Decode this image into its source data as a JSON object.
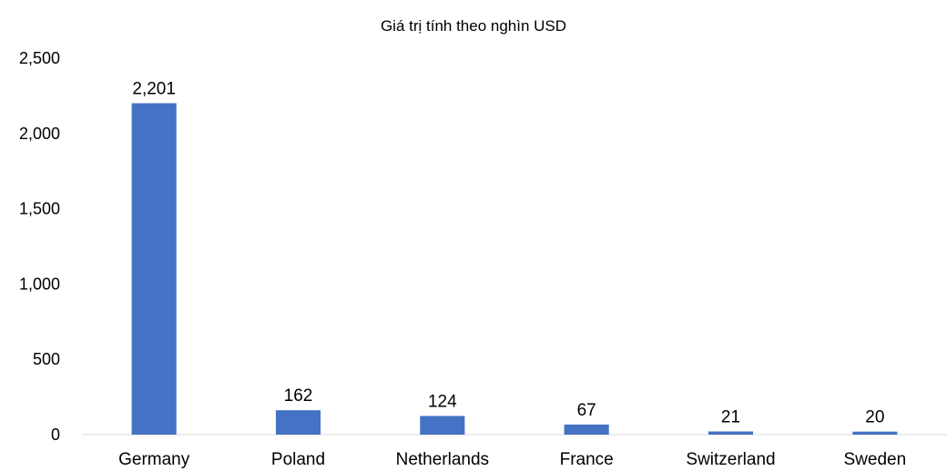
{
  "chart_data": {
    "type": "bar",
    "title": "Giá trị tính theo nghìn USD",
    "xlabel": "",
    "ylabel": "",
    "categories": [
      "Germany",
      "Poland",
      "Netherlands",
      "France",
      "Switzerland",
      "Sweden"
    ],
    "values": [
      2201,
      162,
      124,
      67,
      21,
      20
    ],
    "data_labels": [
      "2,201",
      "162",
      "124",
      "67",
      "21",
      "20"
    ],
    "ylim": [
      0,
      2500
    ],
    "yticks": [
      0,
      500,
      1000,
      1500,
      2000,
      2500
    ],
    "ytick_labels": [
      "0",
      "500",
      "1,000",
      "1,500",
      "2,000",
      "2,500"
    ],
    "grid": false,
    "legend": "none",
    "bar_color": "#4472C4"
  }
}
